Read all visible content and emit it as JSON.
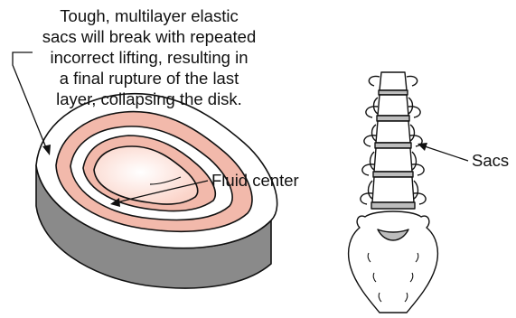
{
  "caption_lines": [
    "Tough, multilayer elastic",
    "sacs will break with repeated",
    "incorrect lifting, resulting in",
    "a final rupture of the last",
    "layer, collapsing the disk."
  ],
  "labels": {
    "fluid_center": "Fluid center",
    "sacs": "Sacs"
  },
  "colors": {
    "sac_ring": "#f2b9ab",
    "fluid_center": "#fde3db",
    "disk_side": "#8a8a8a",
    "outline": "#111111"
  }
}
